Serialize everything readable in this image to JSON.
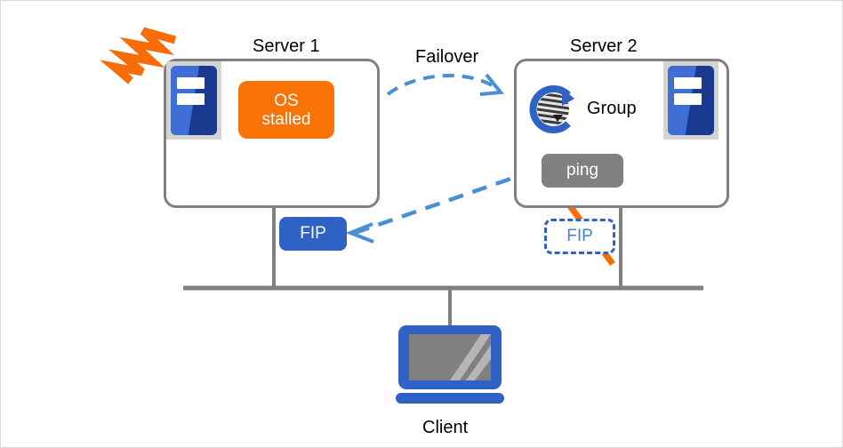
{
  "diagram": {
    "title": "Failover diagram: OS stalled on Server 1, FIP moves to Server 1",
    "colors": {
      "orange": "#F97306",
      "blue_primary": "#2F62C4",
      "blue_arrow": "#4a8ed8",
      "gray_line": "#808080",
      "gray_badge": "#808080",
      "rack_light": "#3f6fd4",
      "rack_dark": "#1a3a8f",
      "screen_gray": "#808080",
      "frame_border": "#d9d9d9"
    },
    "labels": {
      "server1": "Server 1",
      "server2": "Server 2",
      "failover": "Failover",
      "group": "Group",
      "client": "Client"
    },
    "badges": {
      "os_stalled_line1": "OS",
      "os_stalled_line2": "stalled",
      "ping": "ping",
      "fip_active": "FIP",
      "fip_inactive": "FIP"
    },
    "icons": {
      "fault": "lightning-bolt-icon",
      "rack1": "server-rack-icon",
      "rack2": "server-rack-icon",
      "group": "group-circular-arrow-icon",
      "strike_group": "strikethrough-icon",
      "strike_fip": "strikethrough-icon",
      "client": "laptop-icon",
      "failover_arrow": "curved-dashed-arrow-icon",
      "fip_ping_arrow": "bidirectional-dashed-arrow-icon"
    }
  }
}
